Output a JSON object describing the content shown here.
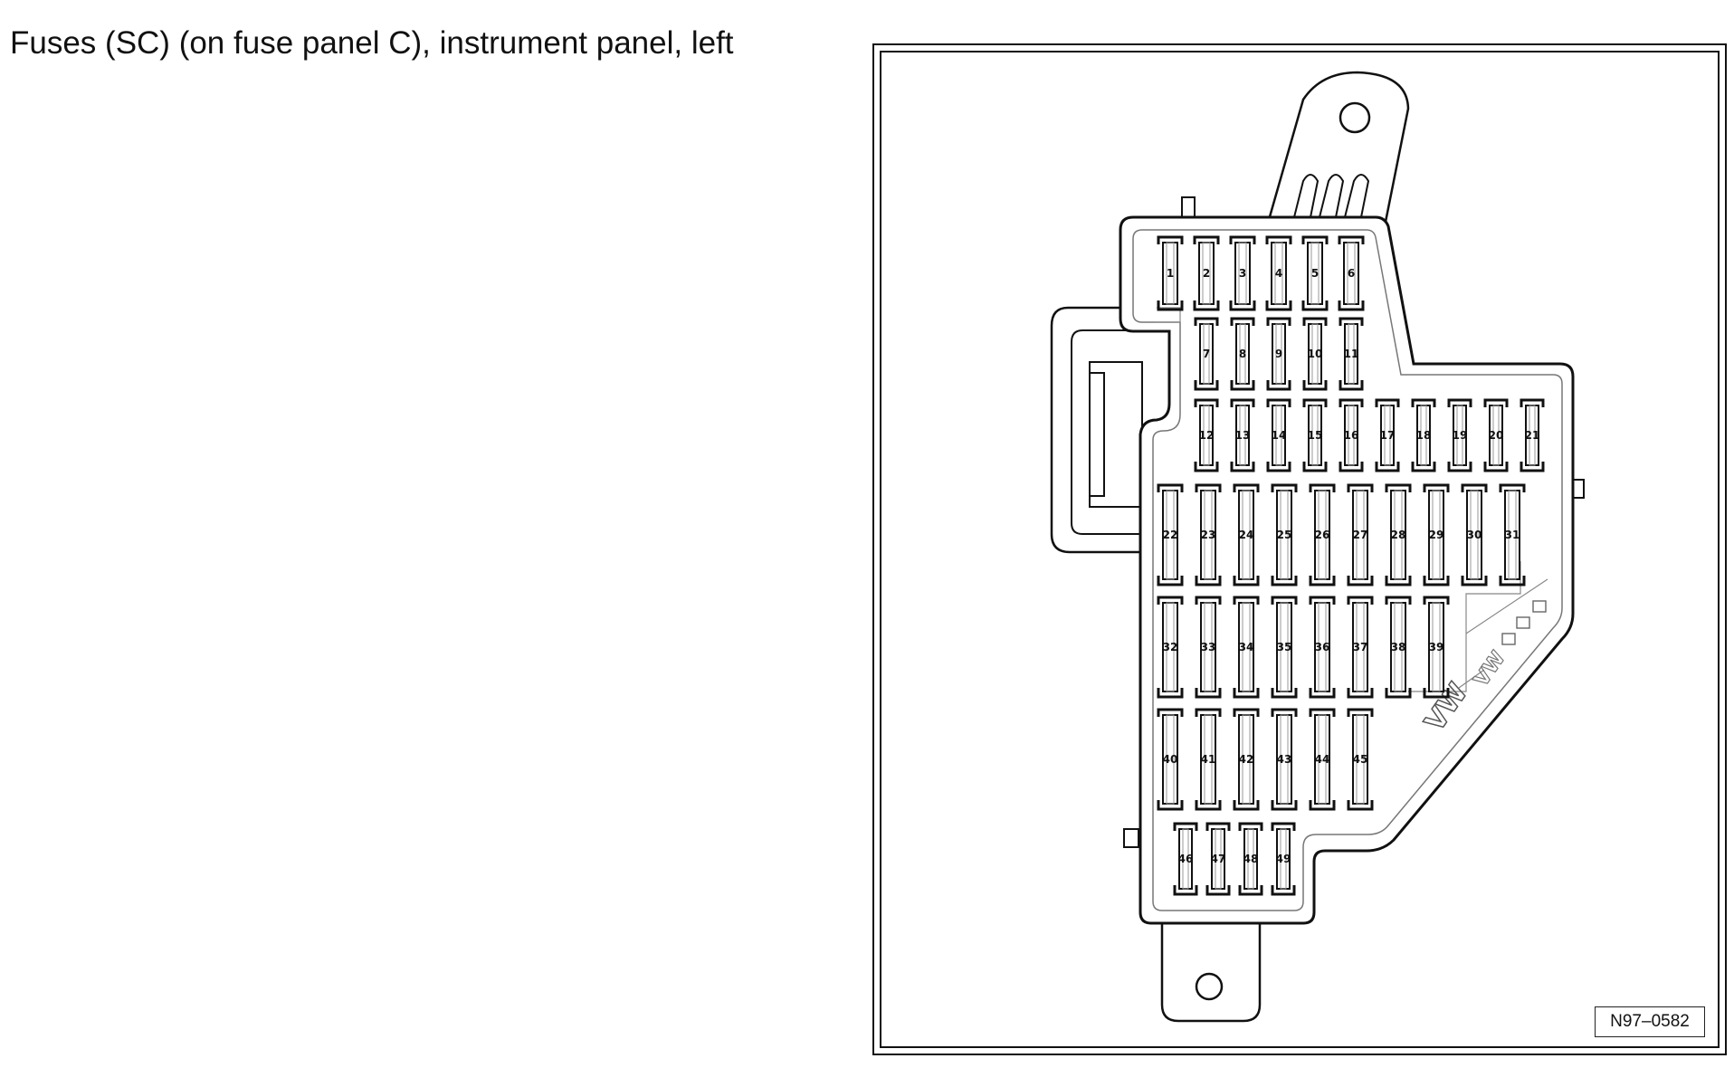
{
  "title": "Fuses (SC) (on fuse panel C), instrument panel, left",
  "reference_code": "N97–0582",
  "rows": [
    [
      "1",
      "2",
      "3",
      "4",
      "5",
      "6"
    ],
    [
      "7",
      "8",
      "9",
      "10",
      "11"
    ],
    [
      "12",
      "13",
      "14",
      "15",
      "16",
      "17",
      "18",
      "19",
      "20",
      "21"
    ],
    [
      "22",
      "23",
      "24",
      "25",
      "26",
      "27",
      "28",
      "29",
      "30",
      "31"
    ],
    [
      "32",
      "33",
      "34",
      "35",
      "36",
      "37",
      "38",
      "39"
    ],
    [
      "40",
      "41",
      "42",
      "43",
      "44",
      "45"
    ],
    [
      "46",
      "47",
      "48",
      "49"
    ]
  ],
  "housing_marking": "VW"
}
